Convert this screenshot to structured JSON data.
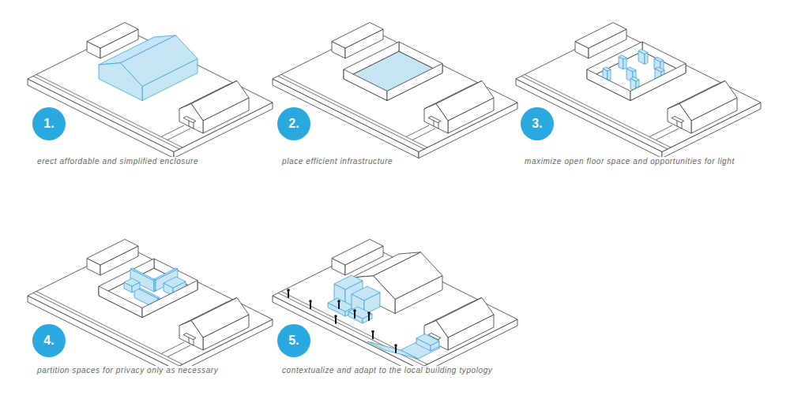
{
  "diagram": {
    "nodes": [
      {
        "text": [
          "1."
        ]
      },
      {
        "text": [
          "2."
        ]
      },
      {
        "text": [
          "3."
        ]
      },
      {
        "text": [
          "4."
        ]
      },
      {
        "text": [
          "5."
        ]
      }
    ],
    "labels": [
      "erect affordable and simplified enclosure",
      "place efficient infrastructure",
      "maximize open floor space and opportunities for light",
      "partition spaces for privacy only as necessary",
      "contextualize and adapt to the local building typology"
    ]
  }
}
